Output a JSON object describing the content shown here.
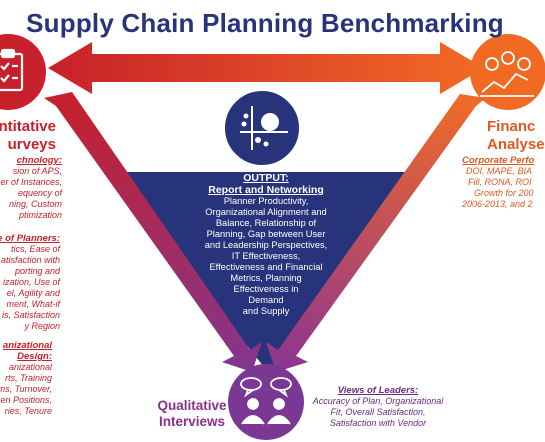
{
  "title": "Supply Chain Planning Benchmarking",
  "colors": {
    "red": "#c8202a",
    "orange": "#f06a24",
    "navy": "#27337a",
    "purple": "#7a3793"
  },
  "icons": {
    "left": "clipboard-checklist-icon",
    "right": "financial-chart-icon",
    "center": "scatter-dots-icon",
    "bottom": "people-speech-bubbles-icon"
  },
  "quantitative": {
    "label_1": "ntitative",
    "label_2": "urveys",
    "technology_header": "chnology:",
    "technology_body": [
      "sion of APS,",
      "er of Instances,",
      "equency of",
      "ning, Custom",
      "ptimization"
    ],
    "planners_header": "e of Planners:",
    "planners_body": [
      "tics, Ease of",
      "atisfaction with",
      "porting and",
      "ization, Use of",
      "el, Agility and",
      "ment, What-if",
      "is, Satisfaction",
      "y Region"
    ],
    "org_header_1": "anizational",
    "org_header_2": "Design:",
    "org_body": [
      "anizational",
      "rts, Training",
      "ams, Turnover,",
      "en Positions,",
      "ries, Tenure"
    ]
  },
  "financial": {
    "label_1": "Financ",
    "label_2": "Analyse",
    "header": "Corporate Perfo",
    "body": [
      "DOI, MAPE, BIA",
      "Fill, RONA, ROI",
      "Growth for 200",
      "2006-2013, and 2"
    ]
  },
  "output": {
    "header_1": "OUTPUT:",
    "header_2": "Report and Networking",
    "body": [
      "Planner Productivity,",
      "Organizational Alignment  and",
      "Balance, Relationship of",
      "Planning, Gap between User",
      "and Leadership Perspectives,",
      "IT Effectiveness,",
      "Effectiveness and Financial",
      "Metrics, Planning",
      "Effectiveness in",
      "Demand",
      "and Supply"
    ]
  },
  "qualitative": {
    "label_1": "Qualitative",
    "label_2": "Interviews",
    "views_header": "Views of Leaders:",
    "views_body": [
      "Accuracy of Plan, Organizational",
      "Fit, Overall Satisfaction,",
      "Satisfaction with Vendor"
    ]
  }
}
